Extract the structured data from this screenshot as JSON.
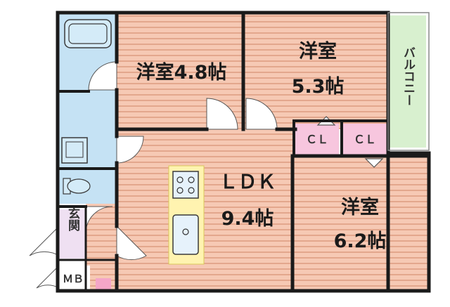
{
  "rooms": {
    "western1": {
      "name": "洋室4.8帖"
    },
    "western2": {
      "name": "洋室",
      "size": "5.3帖"
    },
    "western3": {
      "name": "洋室",
      "size": "6.2帖"
    },
    "ldk": {
      "name": "ＬＤＫ",
      "size": "9.4帖"
    },
    "balcony": {
      "name": "バルコニー"
    },
    "entrance": {
      "name": "玄関"
    },
    "mb": {
      "name": "ＭＢ"
    },
    "closet1": {
      "name": "ＣＬ"
    },
    "closet2": {
      "name": "ＣＬ"
    }
  },
  "colors": {
    "room_fill": "#f6c9b4",
    "stripe": "#e3a78d",
    "wet_area": "#c5e2f4",
    "closet": "#f7c6de",
    "balcony": "#d8f0cf",
    "entrance": "#efe0f2",
    "wall": "#1a1a1a"
  }
}
